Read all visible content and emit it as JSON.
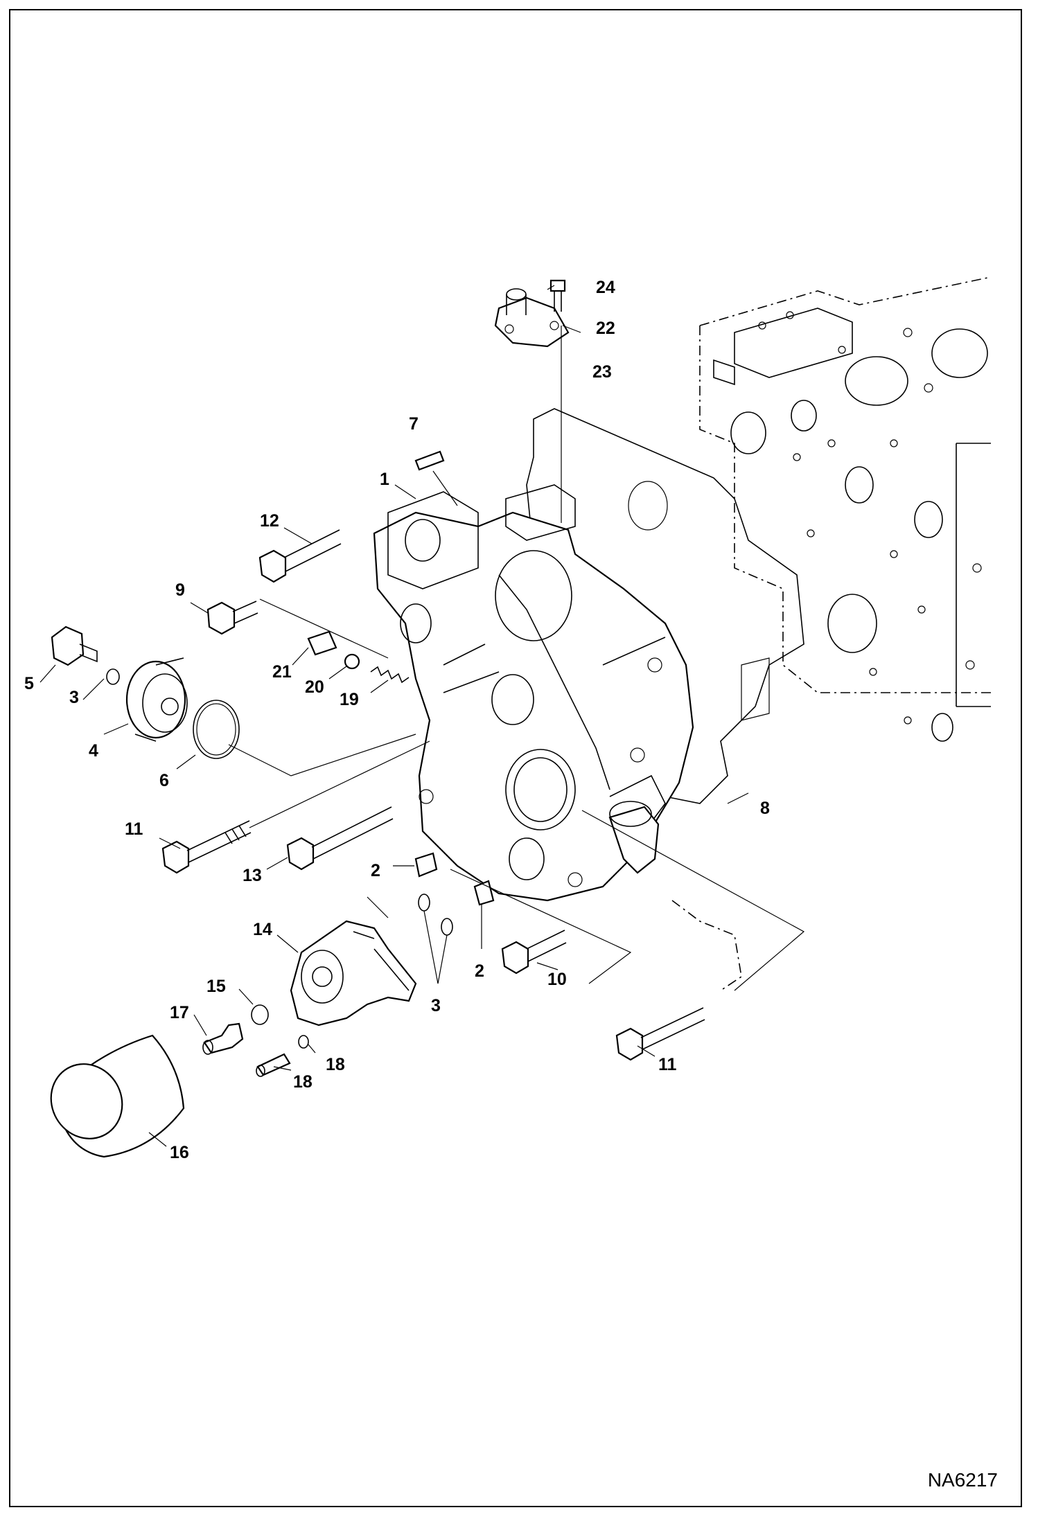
{
  "figure_id": "NA6217",
  "callouts": {
    "c1": "1",
    "c2a": "2",
    "c2b": "2",
    "c3a": "3",
    "c3b": "3",
    "c4": "4",
    "c5": "5",
    "c6": "6",
    "c7": "7",
    "c8": "8",
    "c9": "9",
    "c10": "10",
    "c11a": "11",
    "c11b": "11",
    "c12": "12",
    "c13": "13",
    "c14": "14",
    "c15": "15",
    "c16": "16",
    "c17": "17",
    "c18a": "18",
    "c18b": "18",
    "c19": "19",
    "c20": "20",
    "c21": "21",
    "c22": "22",
    "c23": "23",
    "c24": "24"
  },
  "colors": {
    "line": "#000000",
    "background": "#ffffff"
  }
}
